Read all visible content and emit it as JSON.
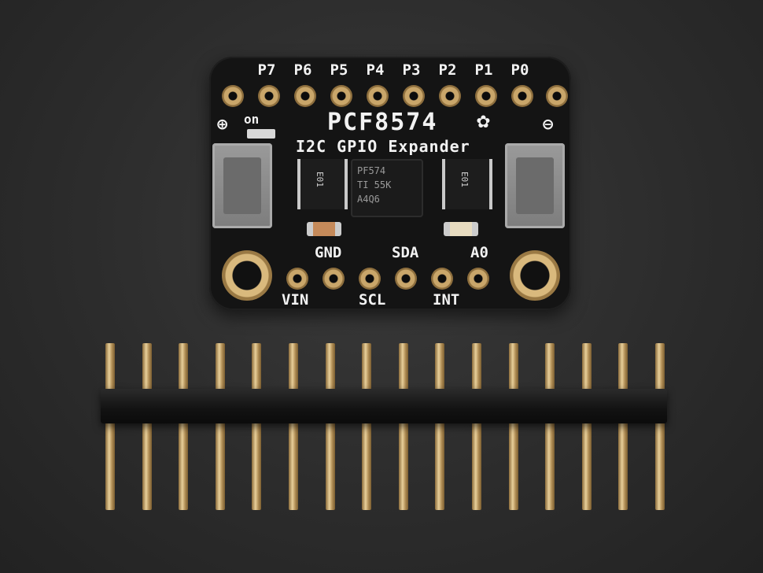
{
  "board": {
    "title": "PCF8574",
    "subtitle": "I2C GPIO Expander",
    "top_pins": [
      "P7",
      "P6",
      "P5",
      "P4",
      "P3",
      "P2",
      "P1",
      "P0"
    ],
    "bottom_labels": {
      "gnd": "GND",
      "sda": "SDA",
      "a0": "A0",
      "vin": "VIN",
      "scl": "SCL",
      "int": "INT"
    },
    "on_label": "on",
    "chip_markings": [
      "PF574",
      "TI 55K",
      "A4Q6"
    ]
  },
  "icons": {
    "plus": "plus-icon",
    "minus": "minus-icon",
    "star": "star-icon"
  },
  "colors": {
    "board": "#141414",
    "silkscreen": "#f2f2f2",
    "gold": "#c9a66a",
    "background": "#2a2a2a"
  },
  "header": {
    "pin_count": 16
  }
}
